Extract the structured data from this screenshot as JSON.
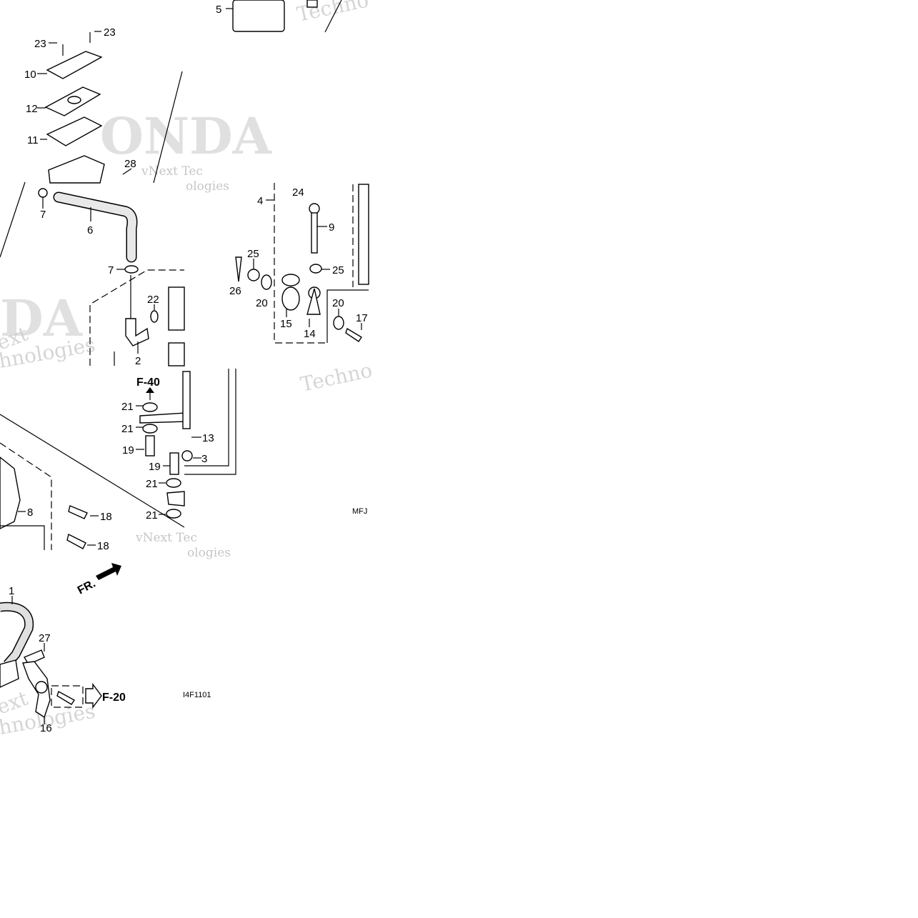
{
  "watermark": {
    "primary": "Techno",
    "vnext": "vNext Tec",
    "hnologies": "hnologies",
    "ologies": "ologies",
    "ext": "ext",
    "brand_mark": "ONDA",
    "brand_mark_2": "DA"
  },
  "references": {
    "f40": "F-40",
    "f20": "F-20"
  },
  "direction": {
    "front": "FR."
  },
  "codes": {
    "frame_a": "MFJ",
    "frame_b": "I4F1101"
  },
  "callouts": [
    {
      "id": "c5",
      "text": "5"
    },
    {
      "id": "c23a",
      "text": "23"
    },
    {
      "id": "c23b",
      "text": "23"
    },
    {
      "id": "c10",
      "text": "10"
    },
    {
      "id": "c12",
      "text": "12"
    },
    {
      "id": "c11",
      "text": "11"
    },
    {
      "id": "c28",
      "text": "28"
    },
    {
      "id": "c7a",
      "text": "7"
    },
    {
      "id": "c6",
      "text": "6"
    },
    {
      "id": "c7b",
      "text": "7"
    },
    {
      "id": "c22",
      "text": "22"
    },
    {
      "id": "c2",
      "text": "2"
    },
    {
      "id": "c4",
      "text": "4"
    },
    {
      "id": "c24",
      "text": "24"
    },
    {
      "id": "c9",
      "text": "9"
    },
    {
      "id": "c25a",
      "text": "25"
    },
    {
      "id": "c25b",
      "text": "25"
    },
    {
      "id": "c26",
      "text": "26"
    },
    {
      "id": "c20a",
      "text": "20"
    },
    {
      "id": "c15",
      "text": "15"
    },
    {
      "id": "c14",
      "text": "14"
    },
    {
      "id": "c20b",
      "text": "20"
    },
    {
      "id": "c17",
      "text": "17"
    },
    {
      "id": "c21a",
      "text": "21"
    },
    {
      "id": "c21b",
      "text": "21"
    },
    {
      "id": "c19a",
      "text": "19"
    },
    {
      "id": "c13",
      "text": "13"
    },
    {
      "id": "c3",
      "text": "3"
    },
    {
      "id": "c19b",
      "text": "19"
    },
    {
      "id": "c21c",
      "text": "21"
    },
    {
      "id": "c21d",
      "text": "21"
    },
    {
      "id": "c8",
      "text": "8"
    },
    {
      "id": "c18a",
      "text": "18"
    },
    {
      "id": "c18b",
      "text": "18"
    },
    {
      "id": "c1",
      "text": "1"
    },
    {
      "id": "c27",
      "text": "27"
    },
    {
      "id": "c16",
      "text": "16"
    }
  ]
}
